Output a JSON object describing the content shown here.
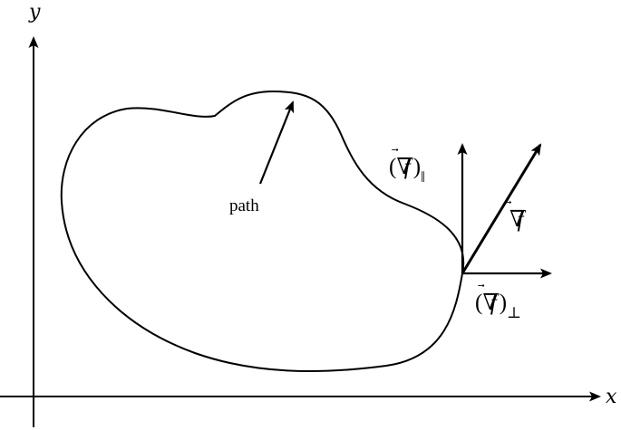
{
  "axes": {
    "x_label": "x",
    "y_label": "y"
  },
  "path": {
    "label": "path"
  },
  "vectors": {
    "gradient": {
      "nabla": "∇",
      "arrow": "⃗",
      "func": "f"
    },
    "parallel": {
      "open": "(",
      "nabla": "∇",
      "arrow": "⃗",
      "func": "f",
      "close": ")",
      "subscript": "‖"
    },
    "perpendicular": {
      "open": "(",
      "nabla": "∇",
      "arrow": "⃗",
      "func": "f",
      "close": ")",
      "subscript": "⊥"
    }
  }
}
